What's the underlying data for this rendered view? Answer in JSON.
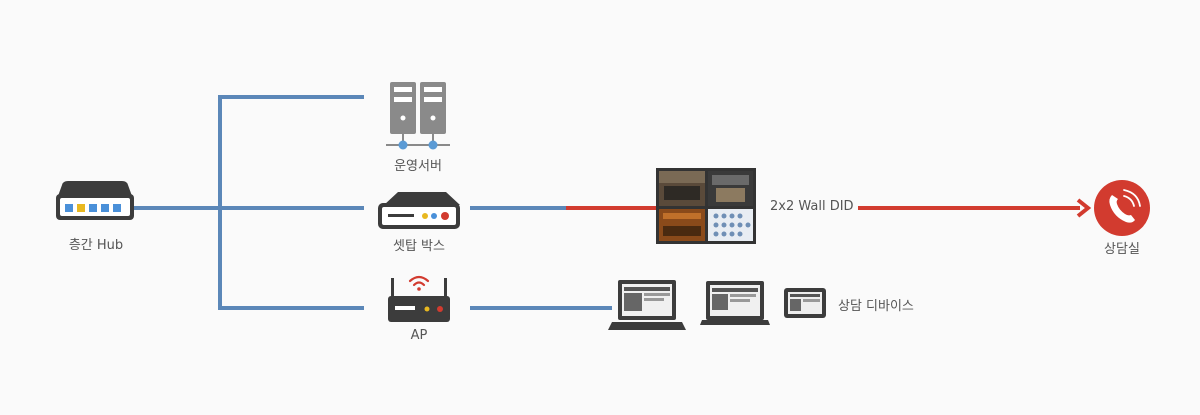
{
  "nodes": {
    "hub": {
      "label": "층간 Hub"
    },
    "server": {
      "label": "운영서버"
    },
    "settop": {
      "label": "셋탑 박스"
    },
    "ap": {
      "label": "AP"
    },
    "wall": {
      "label": "2x2 Wall DID"
    },
    "room": {
      "label": "상담실"
    },
    "devices": {
      "label": "상담 디바이스"
    }
  },
  "colors": {
    "line_blue": "#5b87b8",
    "line_red": "#d23b2f",
    "device_dark": "#3c3c3c",
    "server_gray": "#8a8a8a",
    "accent_red": "#d23b2f"
  },
  "icons": [
    "hub-icon",
    "server-icon",
    "settop-box-icon",
    "wifi-router-icon",
    "video-wall-icon",
    "phone-icon",
    "laptop-icon",
    "monitor-icon",
    "tablet-icon"
  ]
}
